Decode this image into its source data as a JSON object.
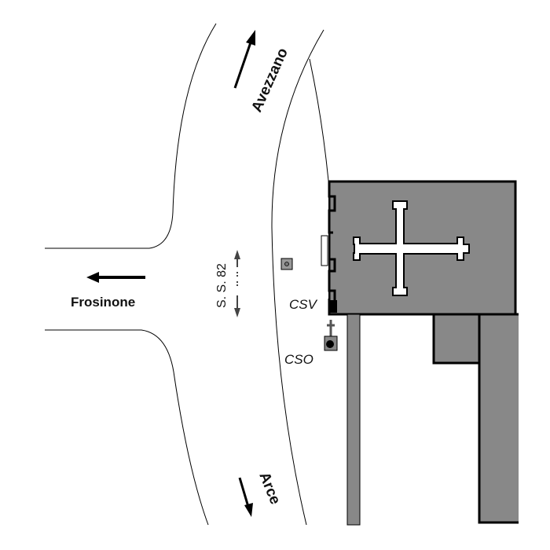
{
  "labels": {
    "north": "Avezzano",
    "south": "Arce",
    "west": "Frosinone",
    "road": "S. S. 82",
    "csv": "CSV",
    "cso": "CSO"
  },
  "colors": {
    "building": "#888888",
    "outline": "#000000",
    "cross": "#ffffff"
  }
}
